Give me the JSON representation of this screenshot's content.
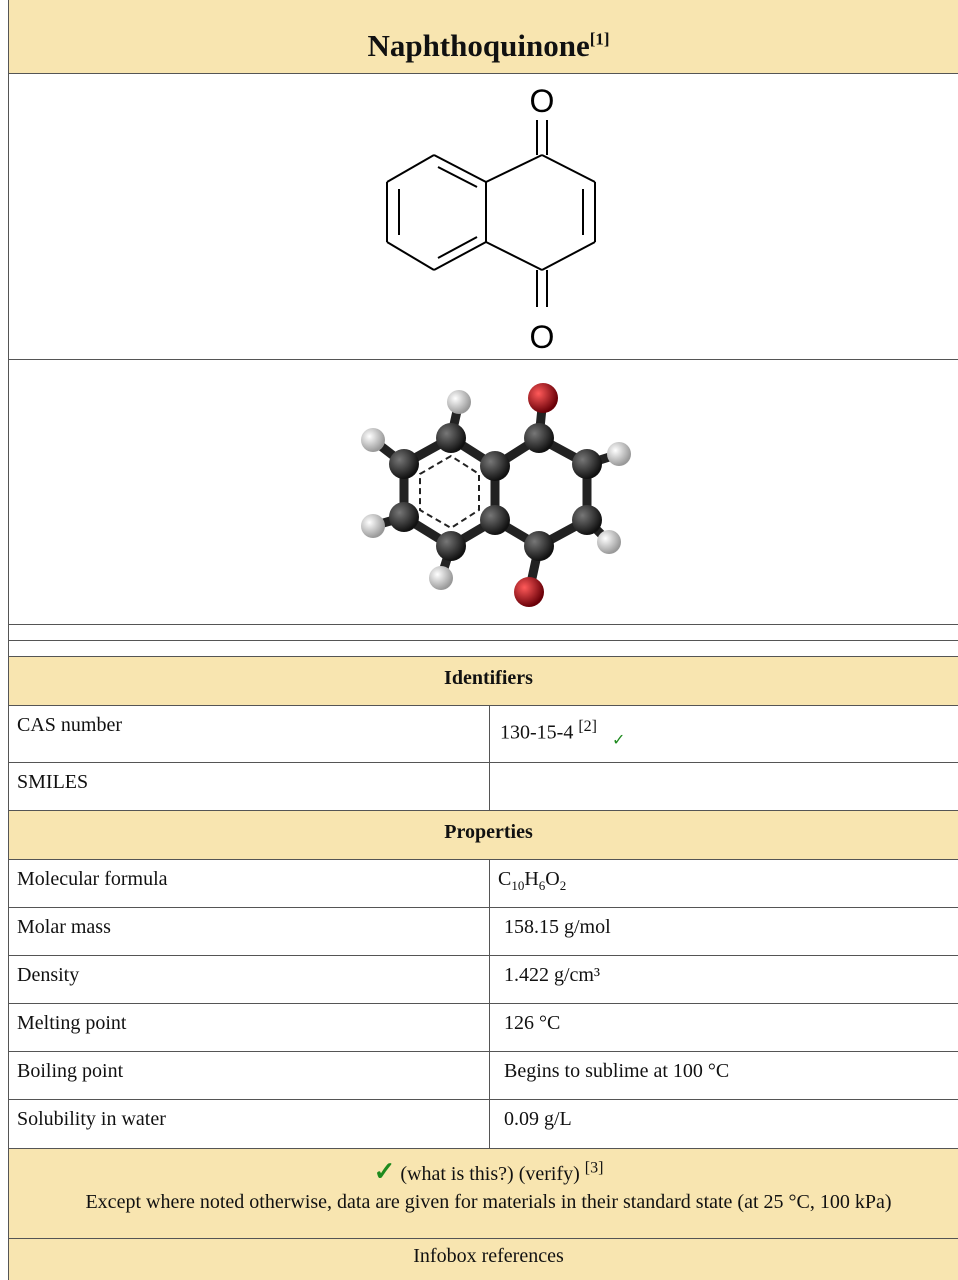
{
  "title": "Naphthoquinone",
  "title_ref": "[1]",
  "structure_labels": {
    "o_top": "O",
    "o_bottom": "O"
  },
  "sections": {
    "identifiers": "Identifiers",
    "properties": "Properties"
  },
  "identifiers": [
    {
      "key": "CAS number",
      "value": "130-15-4",
      "ref": "[2]",
      "check": "✓"
    },
    {
      "key": "SMILES",
      "value": ""
    }
  ],
  "properties": {
    "formula_label": "Molecular formula",
    "formula": {
      "C": "C",
      "c_n": "10",
      "H": "H",
      "h_n": "6",
      "O": "O",
      "o_n": "2"
    },
    "rows": [
      {
        "key": "Molar mass",
        "value": "158.15 g/mol"
      },
      {
        "key": "Density",
        "value": "1.422 g/cm³"
      },
      {
        "key": "Melting point",
        "value": "126 °C"
      },
      {
        "key": "Boiling point",
        "value": "Begins to sublime at 100 °C"
      },
      {
        "key": "Solubility in water",
        "value": "0.09 g/L"
      }
    ]
  },
  "footer": {
    "check": "✓",
    "what_is_this": "(what is this?)",
    "verify": "(verify)",
    "verify_ref": "[3]",
    "note": "Except where noted otherwise, data are given for materials in their standard state (at 25 °C, 100 kPa)"
  },
  "infobox_references": "Infobox references",
  "colors": {
    "header_bg": "#f8e5b0",
    "check": "#1e8a1e",
    "oxygen": "#c0001a",
    "carbon": "#2a2a2a",
    "hydrogen": "#e8e8e8"
  }
}
